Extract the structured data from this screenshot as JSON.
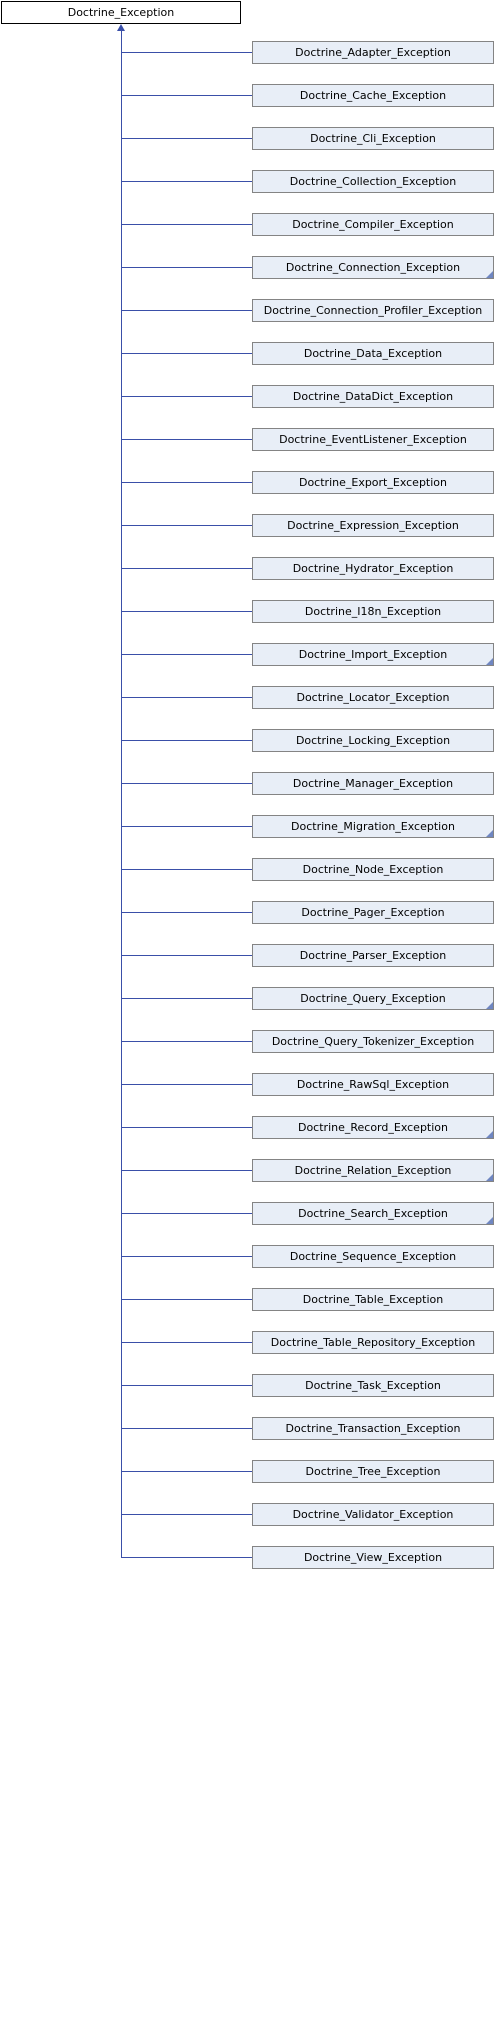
{
  "root": {
    "label": "Doctrine_Exception"
  },
  "children": [
    {
      "label": "Doctrine_Adapter_Exception",
      "has_more": false
    },
    {
      "label": "Doctrine_Cache_Exception",
      "has_more": false
    },
    {
      "label": "Doctrine_Cli_Exception",
      "has_more": false
    },
    {
      "label": "Doctrine_Collection_Exception",
      "has_more": false
    },
    {
      "label": "Doctrine_Compiler_Exception",
      "has_more": false
    },
    {
      "label": "Doctrine_Connection_Exception",
      "has_more": true
    },
    {
      "label": "Doctrine_Connection_Profiler_Exception",
      "has_more": false
    },
    {
      "label": "Doctrine_Data_Exception",
      "has_more": false
    },
    {
      "label": "Doctrine_DataDict_Exception",
      "has_more": false
    },
    {
      "label": "Doctrine_EventListener_Exception",
      "has_more": false
    },
    {
      "label": "Doctrine_Export_Exception",
      "has_more": false
    },
    {
      "label": "Doctrine_Expression_Exception",
      "has_more": false
    },
    {
      "label": "Doctrine_Hydrator_Exception",
      "has_more": false
    },
    {
      "label": "Doctrine_I18n_Exception",
      "has_more": false
    },
    {
      "label": "Doctrine_Import_Exception",
      "has_more": true
    },
    {
      "label": "Doctrine_Locator_Exception",
      "has_more": false
    },
    {
      "label": "Doctrine_Locking_Exception",
      "has_more": false
    },
    {
      "label": "Doctrine_Manager_Exception",
      "has_more": false
    },
    {
      "label": "Doctrine_Migration_Exception",
      "has_more": true
    },
    {
      "label": "Doctrine_Node_Exception",
      "has_more": false
    },
    {
      "label": "Doctrine_Pager_Exception",
      "has_more": false
    },
    {
      "label": "Doctrine_Parser_Exception",
      "has_more": false
    },
    {
      "label": "Doctrine_Query_Exception",
      "has_more": true
    },
    {
      "label": "Doctrine_Query_Tokenizer_Exception",
      "has_more": false
    },
    {
      "label": "Doctrine_RawSql_Exception",
      "has_more": false
    },
    {
      "label": "Doctrine_Record_Exception",
      "has_more": true
    },
    {
      "label": "Doctrine_Relation_Exception",
      "has_more": true
    },
    {
      "label": "Doctrine_Search_Exception",
      "has_more": true
    },
    {
      "label": "Doctrine_Sequence_Exception",
      "has_more": false
    },
    {
      "label": "Doctrine_Table_Exception",
      "has_more": false
    },
    {
      "label": "Doctrine_Table_Repository_Exception",
      "has_more": false
    },
    {
      "label": "Doctrine_Task_Exception",
      "has_more": false
    },
    {
      "label": "Doctrine_Transaction_Exception",
      "has_more": false
    },
    {
      "label": "Doctrine_Tree_Exception",
      "has_more": false
    },
    {
      "label": "Doctrine_Validator_Exception",
      "has_more": false
    },
    {
      "label": "Doctrine_View_Exception",
      "has_more": false
    }
  ],
  "colors": {
    "edge": "#3a4fa8",
    "child_fill": "#e8eef7",
    "child_border": "#848484",
    "root_border": "#000000",
    "more_marker": "#6f86c1"
  }
}
